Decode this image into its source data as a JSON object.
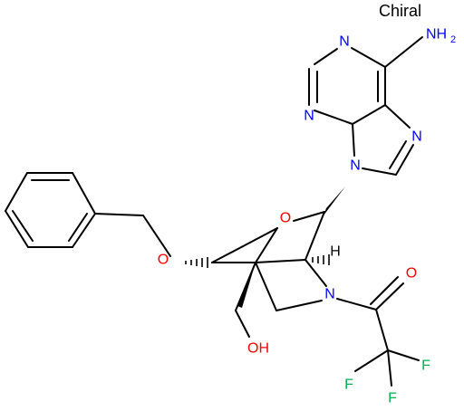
{
  "label": {
    "chiral": "Chiral"
  },
  "colors": {
    "bond": "#000000",
    "nitrogen": "#0000ff",
    "oxygen": "#ff0000",
    "fluorine": "#00b050",
    "hydrogen": "#000000"
  },
  "atoms": {
    "n_pyr1": "N",
    "n_pyr3": "N",
    "n_im7": "N",
    "n_im9": "N",
    "nh2": "NH",
    "nh2_sub": "2",
    "o_ring": "O",
    "o_ether": "O",
    "n_azet": "N",
    "o_carbonyl": "O",
    "f1": "F",
    "f2": "F",
    "f3": "F",
    "oh": "OH",
    "h_stereo": "H"
  }
}
